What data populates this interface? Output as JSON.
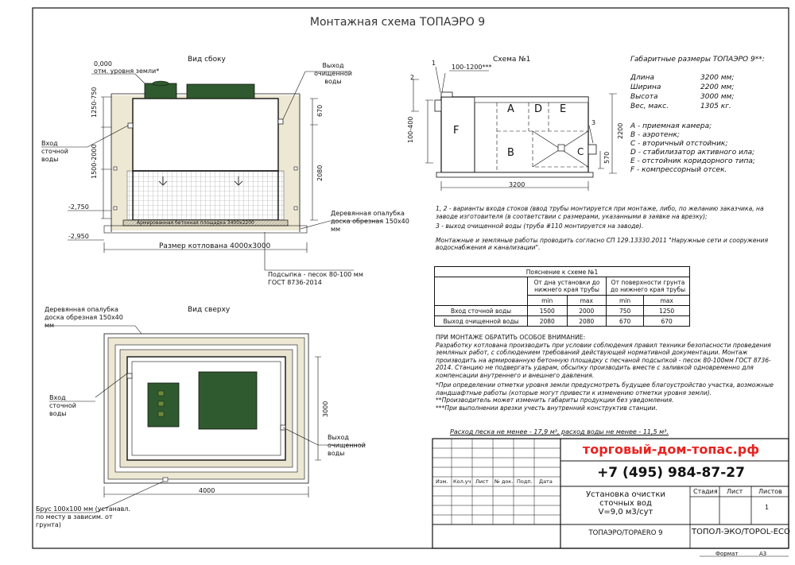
{
  "title": "Монтажная схема ТОПАЭРО 9",
  "side_view": {
    "heading": "Вид сбоку",
    "level_value": "0,000",
    "level_caption": "отм. уровня земли*",
    "outlet_label": "Выход очищенной воды",
    "inlet_label": "Вход сточной воды",
    "range_top": "1250-750",
    "range_bottom": "1500-2000",
    "dim_670": "670",
    "dim_2080": "2080",
    "mark_2750": "-2,750",
    "mark_2950": "-2,950",
    "slab_label": "Армированная бетонная площадка 3400х2200",
    "formwork_label": "Деревянная опалубка доска обрезная 150х40 мм",
    "pit_label": "Размер котлована 4000х3000",
    "bedding_line1": "Подсыпка - песок 80-100 мм",
    "bedding_line2": "ГОСТ 8736-2014"
  },
  "scheme1": {
    "heading": "Схема №1",
    "label_1": "1",
    "label_2": "2",
    "label_3": "3",
    "dim_100_1200": "100-1200***",
    "dim_100_400": "100-400",
    "dim_3200": "3200",
    "dim_2200": "2200",
    "dim_570": "570",
    "zones": [
      "A",
      "D",
      "E",
      "F",
      "B",
      "C"
    ]
  },
  "dimensions": {
    "heading": "Габаритные размеры ТОПАЭРО 9**:",
    "rows": [
      {
        "k": "Длина",
        "v": "3200 мм;"
      },
      {
        "k": "Ширина",
        "v": "2200 мм;"
      },
      {
        "k": "Высота",
        "v": "3000 мм;"
      },
      {
        "k": "Вес, макс.",
        "v": "1305 кг."
      }
    ]
  },
  "legend": [
    "A - приемная камера;",
    "B - аэротенк;",
    "C - вторичный отстойник;",
    "D - стабилизатор активного ила;",
    "E - отстойник коридорного типа;",
    "F - компрессорный отсек."
  ],
  "notes": {
    "n1": "1, 2 - варианты входа стоков (ввод трубы монтируется при монтаже, либо, по желанию заказчика, на заводе изготовителя (в соответствии с размерами, указанными в заявке на врезку);",
    "n2": "3 - выход очищенной воды (труба #110 монтируется на заводе).",
    "n3": "Монтажные и земляные работы проводить согласно СП 129.13330.2011 \"Наружные сети и сооружения водоснабжения и канализации\"."
  },
  "explanation": {
    "title": "Пояснение к схеме №1",
    "col_group1": "От дна установки до нижнего края трубы",
    "col_group2": "От поверхности грунта до нижнего края трубы",
    "min": "min",
    "max": "max",
    "rows": [
      {
        "name": "Вход сточной воды",
        "a": "1500",
        "b": "2000",
        "c": "750",
        "d": "1250"
      },
      {
        "name": "Выход очищенной воды",
        "a": "2080",
        "b": "2080",
        "c": "670",
        "d": "670"
      }
    ]
  },
  "warning": {
    "heading": "ПРИ МОНТАЖЕ ОБРАТИТЬ ОСОБОЕ ВНИМАНИЕ:",
    "p1": "Разработку котлована производить при условии соблюдения правил техники безопасности проведения земляных работ, с соблюдением требований действующей нормативной документации. Монтаж производить на армированную бетонную площадку с песчаной подсыпкой - песок 80-100мм ГОСТ 8736-2014. Станцию не подвергать ударам, обсыпку производить вместе с заливкой одновременно для компенсации внутреннего и внешнего давления.",
    "p2": "*При определении отметки уровня земли предусмотреть будущее благоустройство участка, возможные ландшафтные работы (которые могут привести к изменению отметки уровня земли).",
    "p3": "**Производитель может изменить габариты продукции без уведомления.",
    "p4": "***При выполнении врезки учесть внутренний конструктив станции."
  },
  "sand": "Расход песка не менее - 17,9 м³, расход воды не менее - 11,5 м³.",
  "top_view": {
    "heading": "Вид сверху",
    "formwork_label": "Деревянная опалубка доска обрезная 150х40 мм",
    "inlet_label": "Вход сточной воды",
    "outlet_label": "Выход очищенной воды",
    "dim_3000": "3000",
    "dim_4000": "4000",
    "beam_label": "Брус 100х100 мм (устанавл. по месту в зависим. от грунта)"
  },
  "stamp": {
    "site": "торговый-дом-топас.рф",
    "phone": "+7 (495) 984-87-27",
    "col_izm": "Изм.",
    "col_kol": "Кол.уч",
    "col_list": "Лист",
    "col_doc": "№ док.",
    "col_sign": "Подп.",
    "col_date": "Дата",
    "product_line1": "Установка очистки",
    "product_line2": "сточных вод",
    "product_line3": "V=9,0 м3/сут",
    "stage": "Стадия",
    "sheet": "Лист",
    "sheets": "Листов",
    "sheets_value": "1",
    "model": "ТОПАЭРО/TOPAERO 9",
    "company": "ТОПОЛ-ЭКО/TOPOL-ECO",
    "format_label": "Формат",
    "format_value": "А3"
  },
  "colors": {
    "green": "#2f5a2f",
    "red": "#e8231f",
    "sand": "#e9e4d0"
  }
}
